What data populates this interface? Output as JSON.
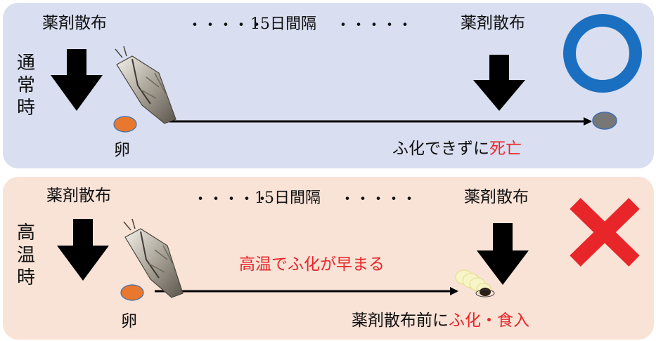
{
  "normal": {
    "condition_label": [
      "通",
      "常",
      "時"
    ],
    "spray_label_left": "薬剤散布",
    "spray_label_right": "薬剤散布",
    "interval_label": "15日間隔",
    "interval_dots": "・・・・・",
    "egg_label": "卵",
    "outcome_prefix": "ふ化できずに",
    "outcome_highlight": "死亡",
    "verdict_symbol": "○",
    "colors": {
      "panel": "#d9def0",
      "verdict": "#1a6fc0",
      "egg": "#e8782e",
      "dead_egg": "#777777"
    }
  },
  "high_temp": {
    "condition_label": [
      "高",
      "温",
      "時"
    ],
    "spray_label_left": "薬剤散布",
    "spray_label_right": "薬剤散布",
    "interval_label": "15日間隔",
    "interval_dots": "・・・・・",
    "egg_label": "卵",
    "early_hatch_note": "高温でふ化が早まる",
    "outcome_prefix": "薬剤散布前に",
    "outcome_highlight": "ふ化・食入",
    "verdict_symbol": "×",
    "colors": {
      "panel": "#f9e2d6",
      "verdict": "#e8262a",
      "egg": "#e8782e",
      "note": "#e8262a"
    }
  }
}
